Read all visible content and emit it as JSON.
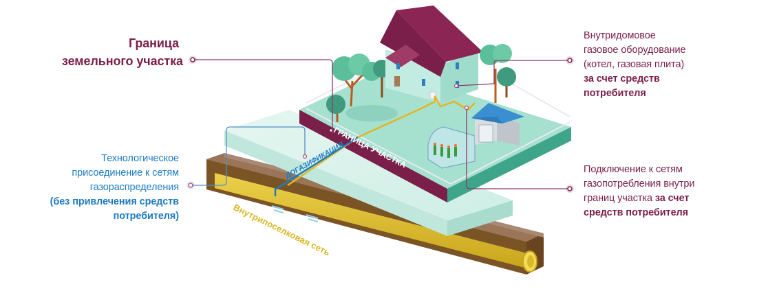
{
  "callouts": {
    "boundary": {
      "line1": "Граница",
      "line2": "земельного участка"
    },
    "indoor_equipment": {
      "line1": "Внутридомовое",
      "line2": "газовое оборудование",
      "line3": "(котел, газовая плита)",
      "bold_line1": "за счет средств",
      "bold_line2": "потребителя"
    },
    "tech_connection": {
      "line1": "Технологическое",
      "line2": "присоединение к сетям",
      "line3": "газораспределения",
      "bold_line1": "(без привлечения средств",
      "bold_line2": "потребителя)"
    },
    "consumption_connection": {
      "line1": "Подключение к сетям",
      "line2": "газопотребления внутри",
      "line3_regular": "границ участка ",
      "line3_bold": "за счет",
      "bold_line2": "средств потребителя"
    }
  },
  "scene_labels": {
    "plot_boundary": "ГРАНИЦА УЧАСТКА",
    "gasification": "ДОГАЗИФИКАЦИЯ",
    "village_network": "Внутрипоселковая сеть"
  },
  "colors": {
    "maroon": "#7a1f4a",
    "blue": "#1e7bbf",
    "ground": "#a6e0cf",
    "ground_side": "#3fa58a",
    "road": "#d9f2ec",
    "soil": "#a88a74",
    "pipe": "#d9b92a",
    "gas_line": "#e0b624"
  }
}
